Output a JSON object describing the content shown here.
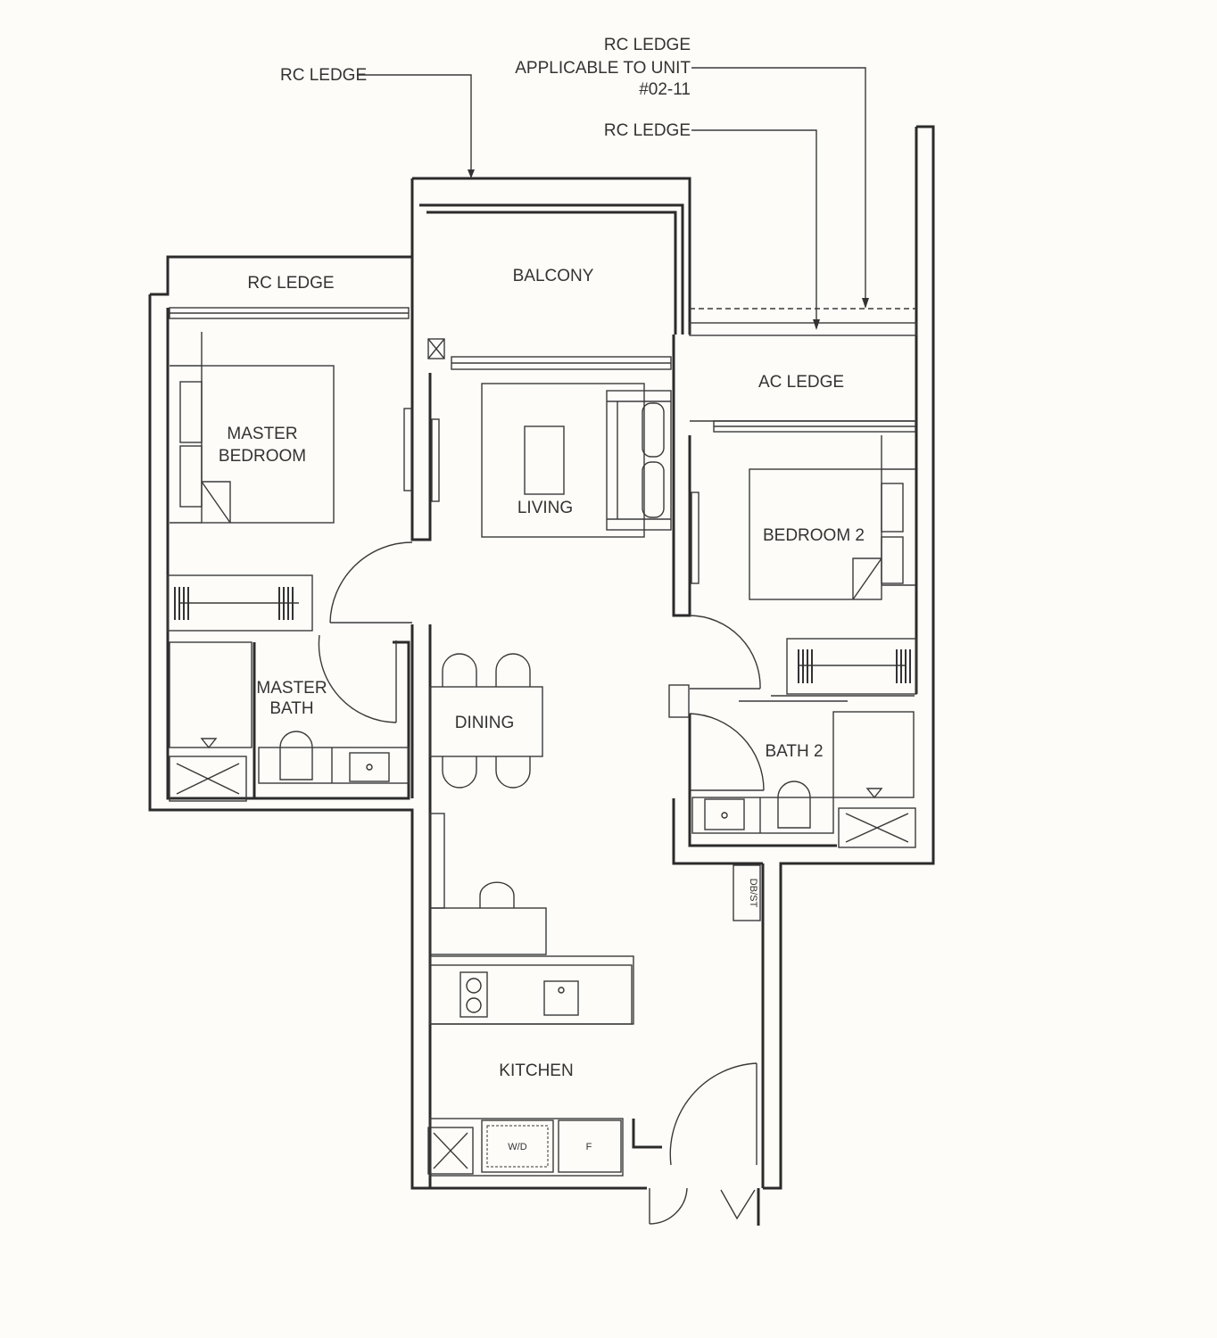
{
  "labels": {
    "rc_ledge_top_left": "RC LEDGE",
    "rc_ledge_unit_line1": "RC LEDGE",
    "rc_ledge_unit_line2": "APPLICABLE TO UNIT",
    "rc_ledge_unit_line3": "#02-11",
    "rc_ledge_right": "RC LEDGE",
    "rc_ledge_left": "RC LEDGE",
    "balcony": "BALCONY",
    "ac_ledge": "AC LEDGE",
    "master_bedroom_line1": "MASTER",
    "master_bedroom_line2": "BEDROOM",
    "living": "LIVING",
    "bedroom_2": "BEDROOM 2",
    "master_bath_line1": "MASTER",
    "master_bath_line2": "BATH",
    "dining": "DINING",
    "bath_2": "BATH 2",
    "dbst": "DB/ST",
    "kitchen": "KITCHEN",
    "washer_dryer": "W/D",
    "fridge": "F"
  }
}
